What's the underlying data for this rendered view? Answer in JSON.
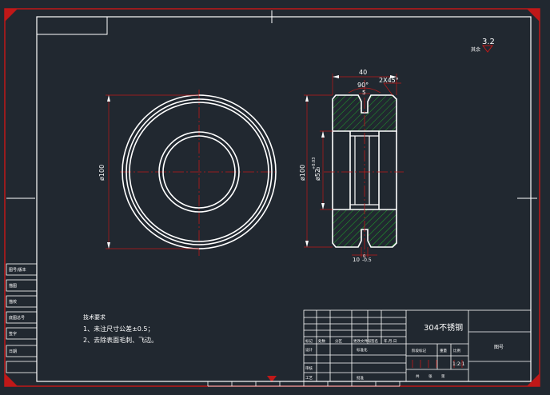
{
  "colors": {
    "background": "#212830",
    "frame": "#c01818",
    "border": "#ffffff",
    "hatch": "#1fa52a",
    "dimension": "#ffffff"
  },
  "roughness": {
    "value": "3.2",
    "other_label": "其余"
  },
  "dimensions": {
    "left_diameter": "ø100",
    "width": "40",
    "chamfer": "2X45°",
    "angle": "90°",
    "groove_depth": "5",
    "outer_diameter": "ø100",
    "bore": "ø52",
    "bore_tol_upper": "+0.03",
    "bore_tol_lower": "0",
    "groove_width": "10",
    "groove_tol": "-0.5",
    "groove_tol_top": "0"
  },
  "notes": {
    "title": "技术要求",
    "line1": "1、未注尺寸公差±0.5；",
    "line2": "2、去除表面毛刺、飞边。"
  },
  "side_labels": [
    "图号/版本",
    "描图",
    "描校",
    "底图总号",
    "签字",
    "日期"
  ],
  "title_block": {
    "material": "304不锈钢",
    "company": "图号",
    "mark_label": "标记",
    "count_label": "处数",
    "zone_label": "分区",
    "change_label": "更改文件号",
    "sign_label": "签名",
    "date_label": "年.月.日",
    "design_label": "设计",
    "std_label": "标准化",
    "review_label": "审核",
    "process_label": "工艺",
    "approve_label": "批准",
    "stage_label": "阶段标记",
    "weight_label": "重量",
    "scale_label": "比例",
    "scale_value": "1:2:1",
    "sheets_label": "共",
    "sheet_label": "张",
    "page_label": "第"
  }
}
